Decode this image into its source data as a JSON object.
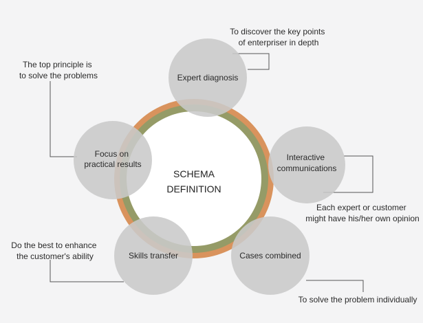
{
  "center": {
    "line1": "SCHEMA",
    "line2": "DEFINITION"
  },
  "nodes": {
    "expert_diagnosis": [
      "Expert diagnosis"
    ],
    "interactive_communications": [
      "Interactive",
      "communications"
    ],
    "cases_combined": [
      "Cases combined"
    ],
    "skills_transfer": [
      "Skills transfer"
    ],
    "focus_practical": [
      "Focus on",
      "practical results"
    ]
  },
  "annotations": {
    "expert_diagnosis": [
      "To discover the key points",
      "of enterpriser in depth"
    ],
    "interactive_communications": [
      "Each expert or customer",
      "might have his/her own opinion"
    ],
    "cases_combined": [
      "To solve the problem individually"
    ],
    "skills_transfer": [
      "Do the best to enhance",
      "the customer's ability"
    ],
    "focus_practical": [
      "The top principle is",
      "to solve the problems"
    ]
  },
  "colors": {
    "background": "#f4f4f5",
    "outer_ring": "#d9935d",
    "inner_ring": "#959b67",
    "node_fill": "#c9c9c9",
    "center_fill": "#ffffff",
    "connector": "#555555"
  }
}
